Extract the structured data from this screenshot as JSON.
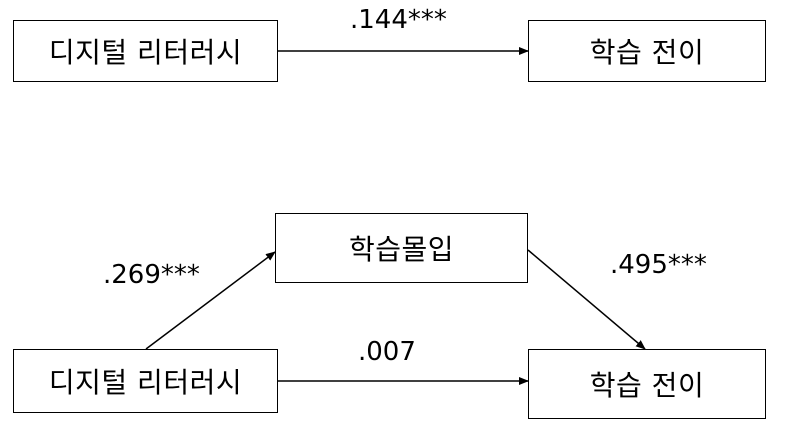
{
  "panel_a": {
    "predictor": "디지털 리터러시",
    "outcome": "학습 전이",
    "coef_total": ".144***"
  },
  "panel_b": {
    "predictor": "디지털 리터러시",
    "mediator": "학습몰입",
    "outcome": "학습 전이",
    "coef_a": ".269***",
    "coef_b": ".495***",
    "coef_direct": ".007"
  },
  "colors": {
    "line": "#000000",
    "box_fill": "#ffffff"
  }
}
